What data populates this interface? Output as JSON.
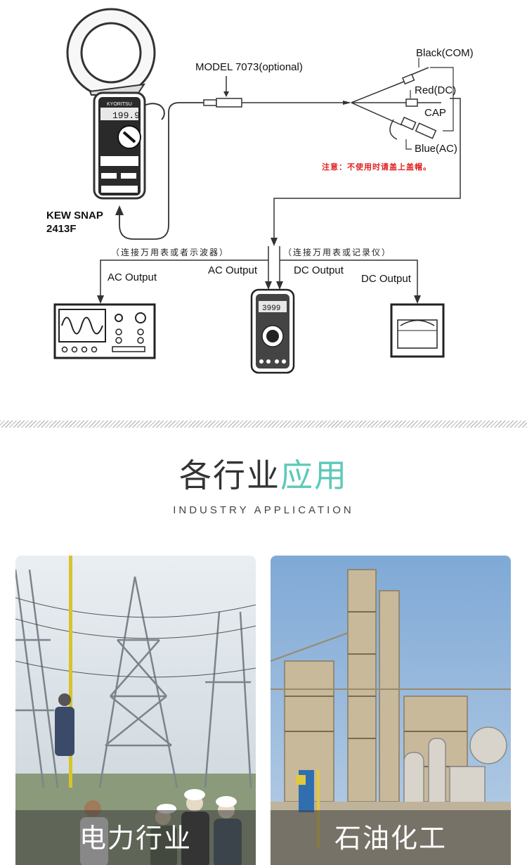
{
  "diagram": {
    "device_name": "KEW SNAP\n2413F",
    "device_name_line1": "KEW SNAP",
    "device_name_line2": "2413F",
    "brand": "KYORITSU",
    "lcd_value": "199.9",
    "meter_lcd_value": "3999",
    "model_label": "MODEL 7073(optional)",
    "probe_labels": {
      "black": "Black(COM)",
      "red": "Red(DC)",
      "cap": "CAP",
      "blue": "Blue(AC)"
    },
    "note": "注意：不使用时请盖上盖帽。",
    "left_group_caption": "（连接万用表或者示波器）",
    "right_group_caption": "（连接万用表或记录仪）",
    "outputs": {
      "oscilloscope": "AC Output",
      "multimeter_ac": "AC Output",
      "multimeter_dc": "DC Output",
      "recorder": "DC Output"
    },
    "colors": {
      "note_red": "#e02020",
      "line": "#222222"
    }
  },
  "section": {
    "title_main": "各行业",
    "title_accent": "应用",
    "subtitle": "INDUSTRY APPLICATION",
    "accent_color": "#5cc9b8"
  },
  "industries": [
    {
      "caption": "电力行业",
      "image": "power-transmission-tower-photo"
    },
    {
      "caption": "石油化工",
      "image": "petrochemical-plant-photo"
    }
  ]
}
